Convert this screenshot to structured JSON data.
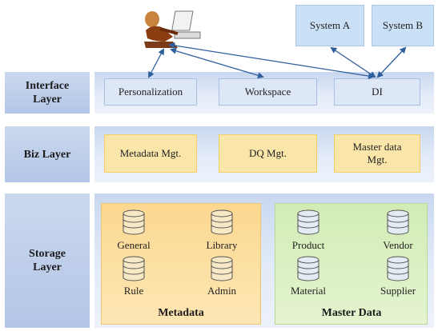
{
  "layers": {
    "interface": "Interface Layer",
    "biz": "Biz Layer",
    "storage": "Storage Layer"
  },
  "interface_boxes": {
    "personalization": "Personalization",
    "workspace": "Workspace",
    "di": "DI"
  },
  "systems": {
    "a": "System A",
    "b": "System B"
  },
  "biz_boxes": {
    "metadata": "Metadata Mgt.",
    "dq": "DQ Mgt.",
    "master": "Master data Mgt."
  },
  "metadata_group": {
    "title": "Metadata",
    "general": "General",
    "library": "Library",
    "rule": "Rule",
    "admin": "Admin"
  },
  "master_group": {
    "title": "Master Data",
    "product": "Product",
    "vendor": "Vendor",
    "material": "Material",
    "supplier": "Supplier"
  }
}
